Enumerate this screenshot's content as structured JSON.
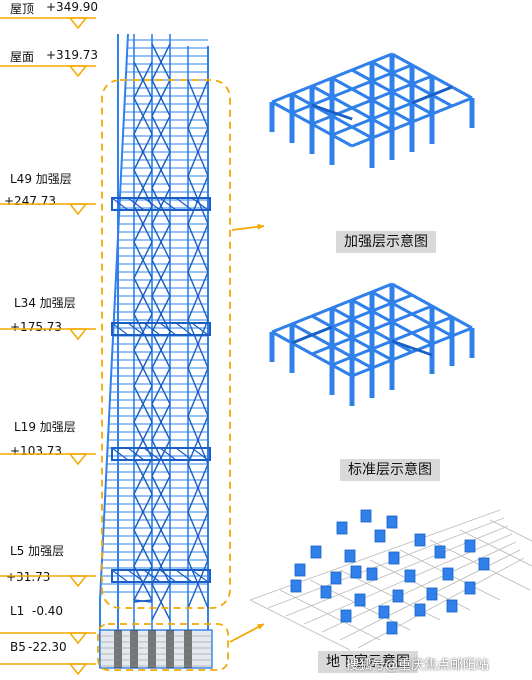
{
  "levels": [
    {
      "name": "屋顶",
      "elevation": "+349.90"
    },
    {
      "name": "屋面",
      "elevation": "+319.73"
    },
    {
      "name": "L49 加强层",
      "elevation": "+247.73"
    },
    {
      "name": "L34 加强层",
      "elevation": "+175.73"
    },
    {
      "name": "L19 加强层",
      "elevation": "+103.73"
    },
    {
      "name": "L5 加强层",
      "elevation": "+31.73"
    },
    {
      "name": "L1",
      "elevation": "-0.40"
    },
    {
      "name": "B5",
      "elevation": "-22.30"
    }
  ],
  "captions": {
    "reinforced": "加强层示意图",
    "standard": "标准层示意图",
    "basement": "地下室示意图"
  },
  "watermark": "搜狐号@重庆焦点邮阳站",
  "colors": {
    "steel": "#2f80ea",
    "steel_dark": "#1a5fc4",
    "dashed": "#f2a900",
    "marker": "#f2a900",
    "caption_bg": "#d9d9d9",
    "grid": "#bbbbbb"
  }
}
